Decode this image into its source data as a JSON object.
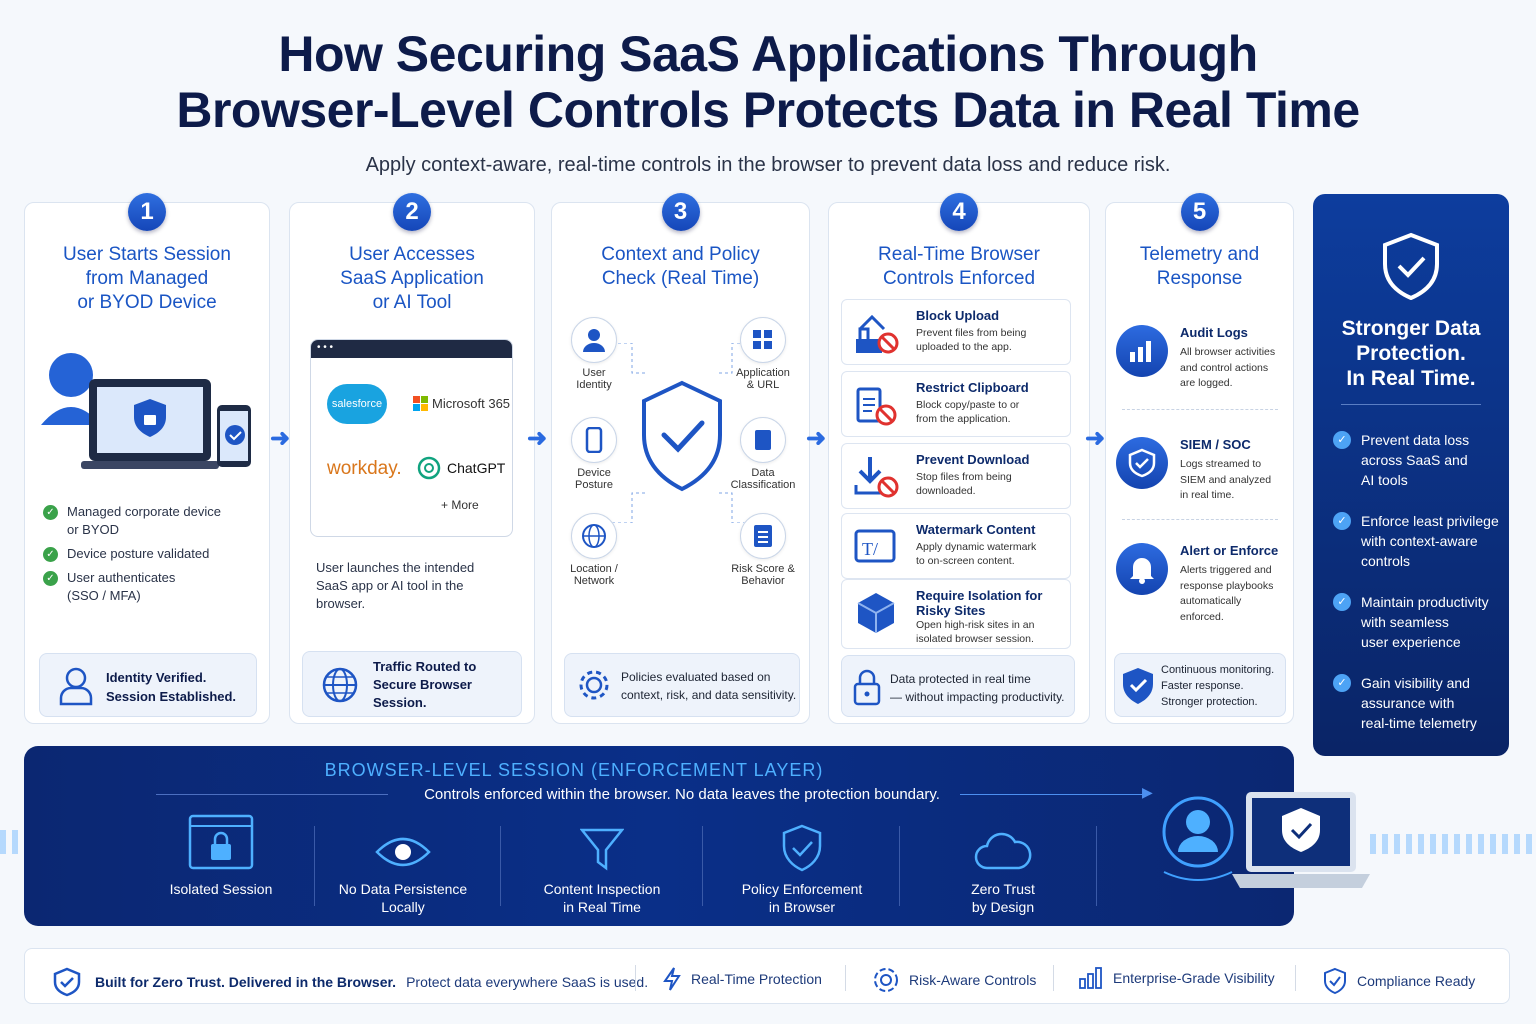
{
  "header": {
    "title_line1": "How Securing SaaS Applications Through",
    "title_line2": "Browser-Level Controls Protects Data in Real Time",
    "subtitle": "Apply context-aware, real-time controls in the browser to prevent data loss and reduce risk."
  },
  "steps": [
    {
      "num": "1",
      "title": [
        "User Starts Session",
        "from Managed",
        "or BYOD Device"
      ],
      "checks": [
        "Managed corporate device",
        "or BYOD",
        "Device posture validated",
        "User authenticates",
        "(SSO / MFA)"
      ],
      "footer": [
        "Identity Verified.",
        "Session Established."
      ]
    },
    {
      "num": "2",
      "title": [
        "User Accesses",
        "SaaS Application",
        "or AI Tool"
      ],
      "apps": [
        "salesforce",
        "Microsoft 365",
        "workday.",
        "ChatGPT",
        "+ More"
      ],
      "desc": [
        "User launches the intended",
        "SaaS app or AI tool in the",
        "browser."
      ],
      "footer": [
        "Traffic Routed to",
        "Secure Browser",
        "Session."
      ]
    },
    {
      "num": "3",
      "title": [
        "Context and Policy",
        "Check (Real Time)"
      ],
      "nodes": [
        {
          "label": [
            "User",
            "Identity"
          ],
          "icon": "user-icon"
        },
        {
          "label": [
            "Application",
            "& URL"
          ],
          "icon": "grid-icon"
        },
        {
          "label": [
            "Device",
            "Posture"
          ],
          "icon": "phone-icon"
        },
        {
          "label": [
            "Data",
            "Classification"
          ],
          "icon": "book-icon"
        },
        {
          "label": [
            "Location /",
            "Network"
          ],
          "icon": "globe-icon"
        },
        {
          "label": [
            "Risk Score &",
            "Behavior"
          ],
          "icon": "list-icon"
        }
      ],
      "footer": [
        "Policies evaluated based on",
        "context, risk, and data sensitivity."
      ]
    },
    {
      "num": "4",
      "title": [
        "Real-Time Browser",
        "Controls Enforced"
      ],
      "controls": [
        {
          "title": "Block Upload",
          "desc": [
            "Prevent files from being",
            "uploaded to the app."
          ],
          "icon": "block-upload-icon"
        },
        {
          "title": "Restrict Clipboard",
          "desc": [
            "Block copy/paste to or",
            "from the application."
          ],
          "icon": "clipboard-icon"
        },
        {
          "title": "Prevent Download",
          "desc": [
            "Stop files from being",
            "downloaded."
          ],
          "icon": "download-block-icon"
        },
        {
          "title": "Watermark Content",
          "desc": [
            "Apply dynamic watermark",
            "to on-screen content."
          ],
          "icon": "watermark-icon"
        },
        {
          "title": "Require Isolation for Risky Sites",
          "desc": [
            "Open high-risk sites in an",
            "isolated browser session."
          ],
          "icon": "cube-icon"
        }
      ],
      "footer": [
        "Data protected in real time",
        "— without impacting productivity."
      ]
    },
    {
      "num": "5",
      "title": [
        "Telemetry and",
        "Response"
      ],
      "items": [
        {
          "title": "Audit Logs",
          "desc": [
            "All browser activities",
            "and control actions",
            "are logged."
          ],
          "icon": "chart-icon"
        },
        {
          "title": "SIEM / SOC",
          "desc": [
            "Logs streamed to",
            "SIEM and analyzed",
            "in real time."
          ],
          "icon": "shield-icon"
        },
        {
          "title": "Alert or Enforce",
          "desc": [
            "Alerts triggered and",
            "response playbooks",
            "automatically",
            "enforced."
          ],
          "icon": "bell-icon"
        }
      ],
      "footer": [
        "Continuous monitoring.",
        "Faster response.",
        "Stronger protection."
      ]
    }
  ],
  "side": {
    "title": [
      "Stronger Data",
      "Protection.",
      "In Real Time."
    ],
    "benefits": [
      [
        "Prevent data loss",
        "across SaaS and",
        "AI tools"
      ],
      [
        "Enforce least privilege",
        "with context-aware",
        "controls"
      ],
      [
        "Maintain productivity",
        "with seamless",
        "user experience"
      ],
      [
        "Gain visibility and",
        "assurance with",
        "real-time telemetry"
      ]
    ]
  },
  "band": {
    "title": "BROWSER-LEVEL SESSION (ENFORCEMENT LAYER)",
    "subtitle": "Controls enforced within the browser. No data leaves the protection boundary.",
    "items": [
      {
        "label": [
          "Isolated Session"
        ],
        "icon": "lock-window-icon"
      },
      {
        "label": [
          "No Data Persistence",
          "Locally"
        ],
        "icon": "eye-icon"
      },
      {
        "label": [
          "Content Inspection",
          "in Real Time"
        ],
        "icon": "filter-icon"
      },
      {
        "label": [
          "Policy Enforcement",
          "in Browser"
        ],
        "icon": "shield-check-icon"
      },
      {
        "label": [
          "Zero Trust",
          "by Design"
        ],
        "icon": "cloud-icon"
      }
    ]
  },
  "bottom": {
    "lead_bold": "Built for Zero Trust. Delivered in the Browser.",
    "lead_rest": "Protect data everywhere SaaS is used.",
    "features": [
      "Real-Time Protection",
      "Risk-Aware Controls",
      "Enterprise-Grade Visibility",
      "Compliance Ready"
    ]
  },
  "colors": {
    "primary": "#1a55c4",
    "navy": "#0b2772",
    "accent": "#2a6ae0",
    "check": "#3aa24a"
  }
}
